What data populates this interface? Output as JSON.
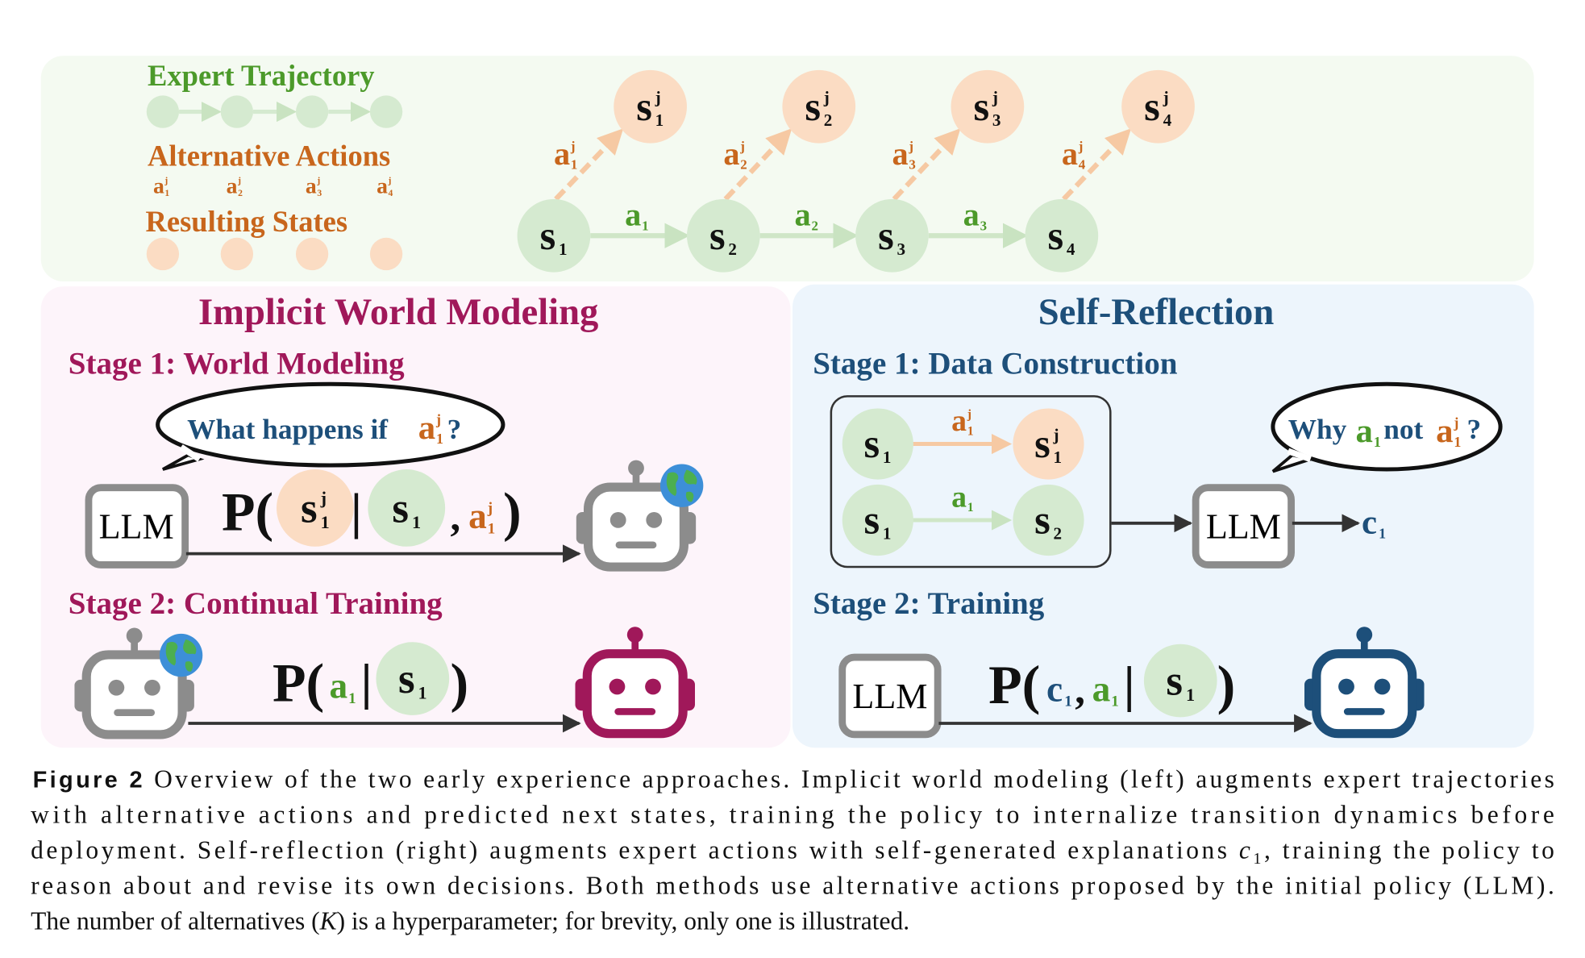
{
  "legend": {
    "expert_title": "Expert Trajectory",
    "alt_title": "Alternative Actions",
    "alt_labels": [
      {
        "main": "a",
        "sup": "j",
        "sub": "1"
      },
      {
        "main": "a",
        "sup": "j",
        "sub": "2"
      },
      {
        "main": "a",
        "sup": "j",
        "sub": "3"
      },
      {
        "main": "a",
        "sup": "j",
        "sub": "4"
      }
    ],
    "result_title": "Resulting States"
  },
  "trajectory": {
    "states": [
      {
        "main": "s",
        "sub": "1"
      },
      {
        "main": "s",
        "sub": "2"
      },
      {
        "main": "s",
        "sub": "3"
      },
      {
        "main": "s",
        "sub": "4"
      }
    ],
    "actions": [
      {
        "main": "a",
        "sub": "1"
      },
      {
        "main": "a",
        "sub": "2"
      },
      {
        "main": "a",
        "sub": "3"
      }
    ],
    "alt_states": [
      {
        "main": "s",
        "sup": "j",
        "sub": "1"
      },
      {
        "main": "s",
        "sup": "j",
        "sub": "2"
      },
      {
        "main": "s",
        "sup": "j",
        "sub": "3"
      },
      {
        "main": "s",
        "sup": "j",
        "sub": "4"
      }
    ],
    "alt_actions": [
      {
        "main": "a",
        "sup": "j",
        "sub": "1"
      },
      {
        "main": "a",
        "sup": "j",
        "sub": "2"
      },
      {
        "main": "a",
        "sup": "j",
        "sub": "3"
      },
      {
        "main": "a",
        "sup": "j",
        "sub": "4"
      }
    ]
  },
  "left": {
    "title": "Implicit World Modeling",
    "stage1": "Stage 1: World Modeling",
    "bubble": {
      "text": "What happens if ",
      "main": "a",
      "sup": "j",
      "sub": "1",
      "end": "?"
    },
    "llm": "LLM",
    "formula1": {
      "open": "P(",
      "s_alt": {
        "main": "s",
        "sup": "j",
        "sub": "1"
      },
      "bar": "|",
      "s": {
        "main": "s",
        "sub": "1"
      },
      "comma": ",",
      "a_alt": {
        "main": "a",
        "sup": "j",
        "sub": "1"
      },
      "close": ")"
    },
    "stage2": "Stage 2: Continual Training",
    "formula2": {
      "open": "P(",
      "a": {
        "main": "a",
        "sub": "1"
      },
      "bar": "|",
      "s": {
        "main": "s",
        "sub": "1"
      },
      "close": ")"
    }
  },
  "right": {
    "title": "Self-Reflection",
    "stage1": "Stage 1: Data Construction",
    "box": {
      "row1": {
        "s": {
          "main": "s",
          "sub": "1"
        },
        "a": {
          "main": "a",
          "sup": "j",
          "sub": "1"
        },
        "next": {
          "main": "s",
          "sup": "j",
          "sub": "1"
        }
      },
      "row2": {
        "s": {
          "main": "s",
          "sub": "1"
        },
        "a": {
          "main": "a",
          "sub": "1"
        },
        "next": {
          "main": "s",
          "sub": "2"
        }
      }
    },
    "llm": "LLM",
    "output": {
      "main": "c",
      "sub": "1"
    },
    "bubble": {
      "why": "Why ",
      "a": {
        "main": "a",
        "sub": "1"
      },
      "not": " not ",
      "a_alt": {
        "main": "a",
        "sup": "j",
        "sub": "1"
      },
      "end": "?"
    },
    "stage2": "Stage 2: Training",
    "llm2": "LLM",
    "formula": {
      "open": "P(",
      "c": {
        "main": "c",
        "sub": "1"
      },
      "comma": ",",
      "a": {
        "main": "a",
        "sub": "1"
      },
      "bar": "|",
      "s": {
        "main": "s",
        "sub": "1"
      },
      "close": ")"
    }
  },
  "caption": {
    "label": "Figure 2",
    "line1": " Overview of the two early experience approaches. Implicit world modeling (left) augments expert trajectories",
    "line2": "with alternative actions and predicted next states, training the policy to internalize transition dynamics before",
    "line3_a": "deployment. Self-reflection (right) augments expert actions with self-generated explanations ",
    "line3_c": "c",
    "line3_sub": "1",
    "line3_b": ", training the policy to",
    "line4": "reason about and revise its own decisions. Both methods use alternative actions proposed by the initial policy (LLM).",
    "line5_a": "The number of alternatives (",
    "line5_k": "K",
    "line5_b": ") is a hyperparameter; for brevity, only one is illustrated."
  },
  "colors": {
    "green_text": "#4c9a2a",
    "green_fill": "#d5ead0",
    "orange_text": "#c8661c",
    "peach_fill": "#fbdcc3",
    "maroon": "#a0185a",
    "blue": "#1d4f7a",
    "gray": "#8c8c8c"
  }
}
